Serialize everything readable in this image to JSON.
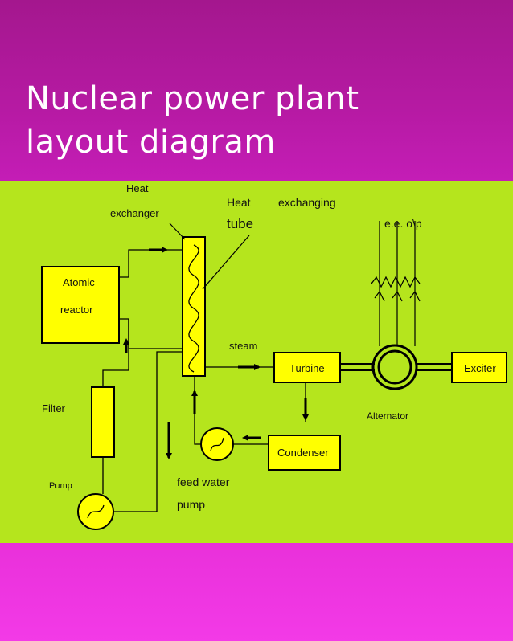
{
  "slide": {
    "title_line1": "Nuclear power plant",
    "title_line2": "layout diagram"
  },
  "diagram": {
    "components": {
      "atomic_reactor_line1": "Atomic",
      "atomic_reactor_line2": "reactor",
      "heat_exchanger_line1": "Heat",
      "heat_exchanger_line2": "exchanger",
      "heat_tube_line1": "Heat",
      "heat_tube_line1b": "exchanging",
      "heat_tube_line2": "tube",
      "electrical_output": "e.e. o\\p",
      "steam": "steam",
      "turbine": "Turbine",
      "exciter": "Exciter",
      "alternator": "Alternator",
      "condenser": "Condenser",
      "filter": "Filter",
      "pump": "Pump",
      "feed_water_pump_line1": "feed water",
      "feed_water_pump_line2": "pump"
    },
    "colors": {
      "background": "#b5e51d",
      "component_fill": "#ffff00",
      "line": "#000000",
      "title_band": "#b61aa3",
      "bottom_band": "#f33ae7"
    }
  }
}
